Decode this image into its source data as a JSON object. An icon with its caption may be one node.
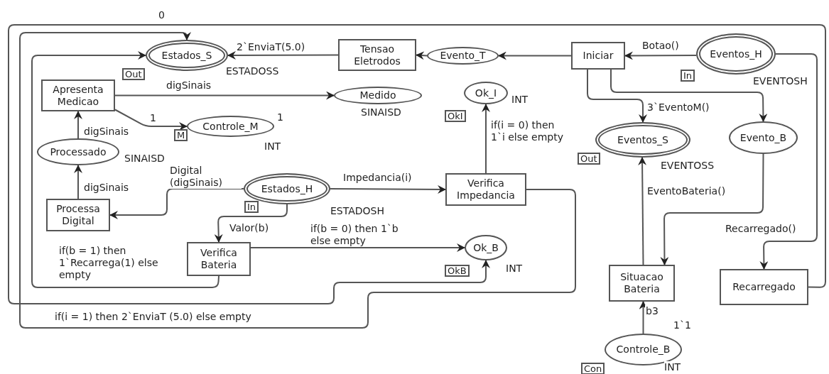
{
  "diagram": {
    "nodes": [
      {
        "text": [
          "Estados_S"
        ],
        "beside": [
          "Out",
          "ESTADOSS"
        ]
      },
      {
        "text": [
          "Tensao Eletrodos"
        ]
      },
      {
        "text": [
          "Evento_T"
        ]
      },
      {
        "text": [
          "Iniciar"
        ]
      },
      {
        "text": [
          "Eventos_H"
        ],
        "beside": [
          "In",
          "EVENTOSH"
        ]
      },
      {
        "text": [
          "Apresenta Medicao"
        ]
      },
      {
        "text": [
          "Medido"
        ],
        "beside": [
          "SINAISD"
        ]
      },
      {
        "text": [
          "Ok_I"
        ],
        "beside": [
          "OkI",
          "INT"
        ]
      },
      {
        "text": [
          "Controle_M"
        ],
        "beside": [
          "1",
          "M",
          "INT"
        ]
      },
      {
        "text": [
          "Eventos_S"
        ],
        "beside": [
          "Out",
          "EVENTOSS"
        ]
      },
      {
        "text": [
          "Evento_B"
        ]
      },
      {
        "text": [
          "Processado"
        ],
        "beside": [
          "SINAISD"
        ]
      },
      {
        "text": [
          "Estados_H"
        ],
        "beside": [
          "In",
          "ESTADOSH"
        ]
      },
      {
        "text": [
          "Verifica Impedancia"
        ]
      },
      {
        "text": [
          "Processa Digital"
        ]
      },
      {
        "text": [
          "Verifica Bateria"
        ]
      },
      {
        "text": [
          "Ok_B"
        ],
        "beside": [
          "OkB",
          "INT"
        ]
      },
      {
        "text": [
          "Situacao Bateria"
        ]
      },
      {
        "text": [
          "Recarregado"
        ]
      },
      {
        "text": [
          "Controle_B"
        ],
        "beside": [
          "1`1",
          "Con",
          "INT"
        ]
      }
    ],
    "edges": [
      {
        "from": 4,
        "to": 3,
        "arrow": "to",
        "label": "Botao()"
      },
      {
        "from": 3,
        "to": 2,
        "arrow": "to"
      },
      {
        "from": 2,
        "to": 1,
        "arrow": "to"
      },
      {
        "from": 1,
        "to": 0,
        "arrow": "to",
        "label": "2`EnviaT(5.0)"
      },
      {
        "from": 3,
        "to": 9,
        "arrow": "to",
        "label": "3`EventoM()"
      },
      {
        "from": 3,
        "to": 10,
        "arrow": "to"
      },
      {
        "from": 5,
        "to": 6,
        "arrow": "to",
        "label": "digSinais"
      },
      {
        "from": 5,
        "to": 8,
        "arrow": "to",
        "label": "1"
      },
      {
        "from": 11,
        "to": 5,
        "arrow": "to",
        "label": "digSinais"
      },
      {
        "from": 14,
        "to": 11,
        "arrow": "to",
        "label": "digSinais"
      },
      {
        "from": 12,
        "to": 14,
        "arrow": "to",
        "label": "Digital (digSinais)"
      },
      {
        "from": 12,
        "to": 13,
        "arrow": "to",
        "label": "Impedancia(i)"
      },
      {
        "from": 12,
        "to": 15,
        "arrow": "to",
        "label": "Valor(b)"
      },
      {
        "from": 13,
        "to": 7,
        "arrow": "to",
        "label": "if(i = 0) then 1`i else empty"
      },
      {
        "from": 15,
        "to": 16,
        "arrow": "to",
        "label": "if(b = 0) then 1`b else empty"
      },
      {
        "from": 15,
        "to": 0,
        "arrow": "to",
        "label": "if(b = 1) then 1`Recarrega(1) else empty"
      },
      {
        "from": 13,
        "to": 0,
        "arrow": "to",
        "label": "if(i = 1) then 2`EnviaT (5.0) else empty"
      },
      {
        "from": 18,
        "to": 16,
        "arrow": "to",
        "label": "0"
      },
      {
        "from": 4,
        "to": 18,
        "arrow": "to",
        "label": "Recarregado()"
      },
      {
        "from": 10,
        "to": 17,
        "arrow": "to"
      },
      {
        "from": 17,
        "to": 9,
        "arrow": "to",
        "label": "EventoBateria()"
      },
      {
        "from": 19,
        "to": 17,
        "arrow": "to",
        "label": "b3"
      }
    ]
  }
}
